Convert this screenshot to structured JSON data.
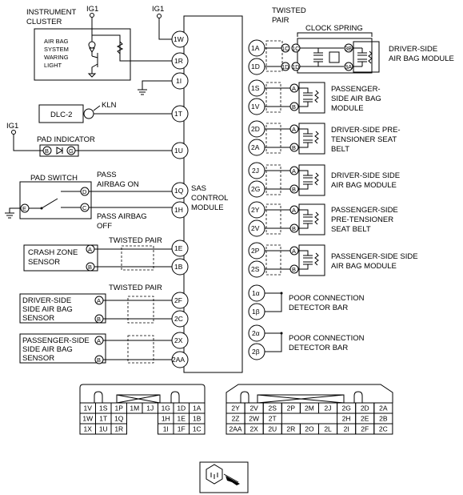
{
  "power": {
    "ig1": "IG1"
  },
  "instrument": {
    "title": [
      "INSTRUMENT",
      "CLUSTER"
    ],
    "light": [
      "AIR BAG",
      "SYSTEM",
      "WARING",
      "LIGHT"
    ]
  },
  "dlc": {
    "label": "DLC-2",
    "kln": "KLN"
  },
  "pad_indicator": {
    "label": "PAD INDICATOR",
    "pins": [
      "B",
      "G"
    ]
  },
  "pad_switch": {
    "label": "PAD SWITCH",
    "pins": [
      "E",
      "D",
      "C"
    ],
    "on": [
      "PASS",
      "AIRBAG ON"
    ],
    "off": [
      "PASS AIRBAG",
      "OFF"
    ]
  },
  "twisted_pair": [
    "TWISTED PAIR"
  ],
  "twisted_pair_top": [
    "TWISTED",
    "PAIR"
  ],
  "clock_spring": "CLOCK SPRING",
  "module": {
    "title": [
      "SAS",
      "CONTROL",
      "MODULE"
    ]
  },
  "left_pins": [
    "1W",
    "1R",
    "1I",
    "1T",
    "1U",
    "1Q",
    "1H",
    "1E",
    "1B",
    "2F",
    "2C",
    "2X",
    "2AA"
  ],
  "right_pins": [
    "1A",
    "1D",
    "1S",
    "1V",
    "2D",
    "2A",
    "2J",
    "2G",
    "2Y",
    "2V",
    "2P",
    "2S",
    "1α",
    "1β",
    "2α",
    "2β"
  ],
  "left_sensors": [
    {
      "label": [
        "CRASH ZONE",
        "SENSOR"
      ]
    },
    {
      "label": [
        "DRIVER-SIDE",
        "SIDE AIR BAG",
        "SENSOR"
      ]
    },
    {
      "label": [
        "PASSENGER-SIDE",
        "SIDE AIR BAG",
        "SENSOR"
      ]
    }
  ],
  "sensor_pins": [
    "A",
    "B"
  ],
  "clock_pins": [
    "1C",
    "1D",
    "1C",
    "1D",
    "3B",
    "3A"
  ],
  "right_components": [
    {
      "label": [
        "DRIVER-SIDE",
        "AIR BAG MODULE"
      ]
    },
    {
      "label": [
        "PASSENGER-",
        "SIDE AIR BAG",
        "MODULE"
      ]
    },
    {
      "label": [
        "DRIVER-SIDE PRE-",
        "TENSIONER SEAT",
        "BELT"
      ]
    },
    {
      "label": [
        "DRIVER-SIDE SIDE",
        "AIR BAG MODULE"
      ]
    },
    {
      "label": [
        "PASSENGER-SIDE",
        "PRE-TENSIONER",
        "SEAT BELT"
      ]
    },
    {
      "label": [
        "PASSENGER-SIDE SIDE",
        "AIR BAG MODULE"
      ]
    },
    {
      "label": [
        "POOR CONNECTION",
        "DETECTOR BAR"
      ]
    },
    {
      "label": [
        "POOR CONNECTION",
        "DETECTOR BAR"
      ]
    }
  ],
  "connector1": {
    "rows": [
      [
        "1V",
        "1S",
        "1P",
        "1M",
        "1J",
        "1G",
        "1D",
        "1A"
      ],
      [
        "1W",
        "1T",
        "1Q",
        "",
        "",
        "1H",
        "1E",
        "1B"
      ],
      [
        "1X",
        "1U",
        "1R",
        "",
        "",
        "1I",
        "1F",
        "1C"
      ]
    ]
  },
  "connector2": {
    "rows": [
      [
        "2Y",
        "2V",
        "2S",
        "2P",
        "2M",
        "2J",
        "2G",
        "2D",
        "2A"
      ],
      [
        "2Z",
        "2W",
        "2T",
        "",
        "",
        "",
        "2H",
        "2E",
        "2B"
      ],
      [
        "2AA",
        "2X",
        "2U",
        "2R",
        "2O",
        "2L",
        "2I",
        "2F",
        "2C"
      ]
    ]
  }
}
